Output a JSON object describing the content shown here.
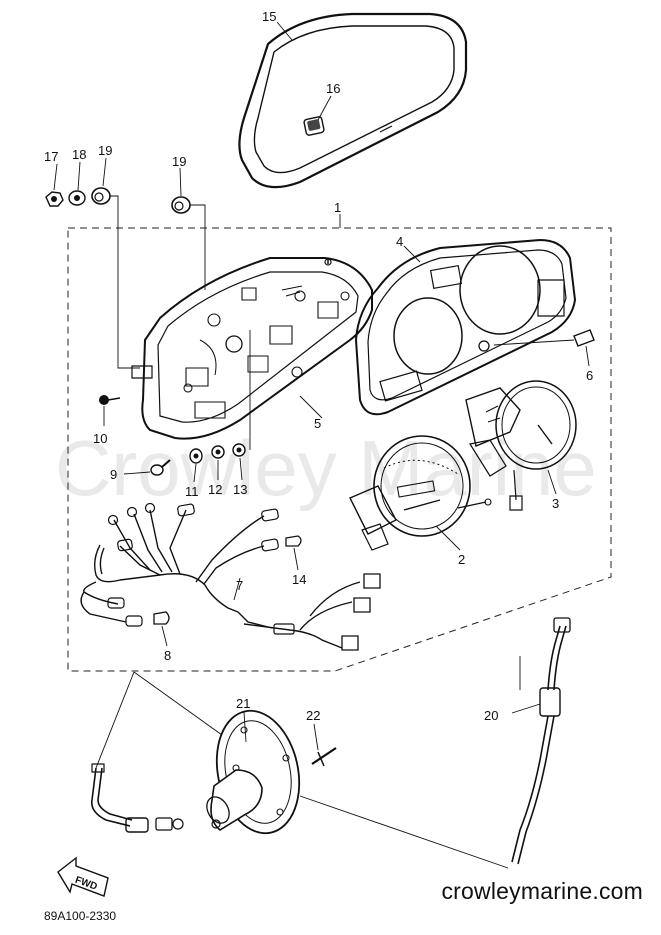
{
  "watermark": "Crowley Marine",
  "site_label": "crowleymarine.com",
  "drawing_code": "89A100-2330",
  "fwd_label": "FWD",
  "callouts": [
    {
      "id": "c1",
      "text": "1"
    },
    {
      "id": "c2",
      "text": "2"
    },
    {
      "id": "c3",
      "text": "3"
    },
    {
      "id": "c4",
      "text": "4"
    },
    {
      "id": "c5",
      "text": "5"
    },
    {
      "id": "c6",
      "text": "6"
    },
    {
      "id": "c7",
      "text": "7"
    },
    {
      "id": "c8",
      "text": "8"
    },
    {
      "id": "c9",
      "text": "9"
    },
    {
      "id": "c10",
      "text": "10"
    },
    {
      "id": "c11",
      "text": "11"
    },
    {
      "id": "c12",
      "text": "12"
    },
    {
      "id": "c13",
      "text": "13"
    },
    {
      "id": "c14",
      "text": "14"
    },
    {
      "id": "c15",
      "text": "15"
    },
    {
      "id": "c16",
      "text": "16"
    },
    {
      "id": "c17",
      "text": "17"
    },
    {
      "id": "c18",
      "text": "18"
    },
    {
      "id": "c19a",
      "text": "19"
    },
    {
      "id": "c19b",
      "text": "19"
    },
    {
      "id": "c20",
      "text": "20"
    },
    {
      "id": "c21",
      "text": "21"
    },
    {
      "id": "c22",
      "text": "22"
    }
  ]
}
